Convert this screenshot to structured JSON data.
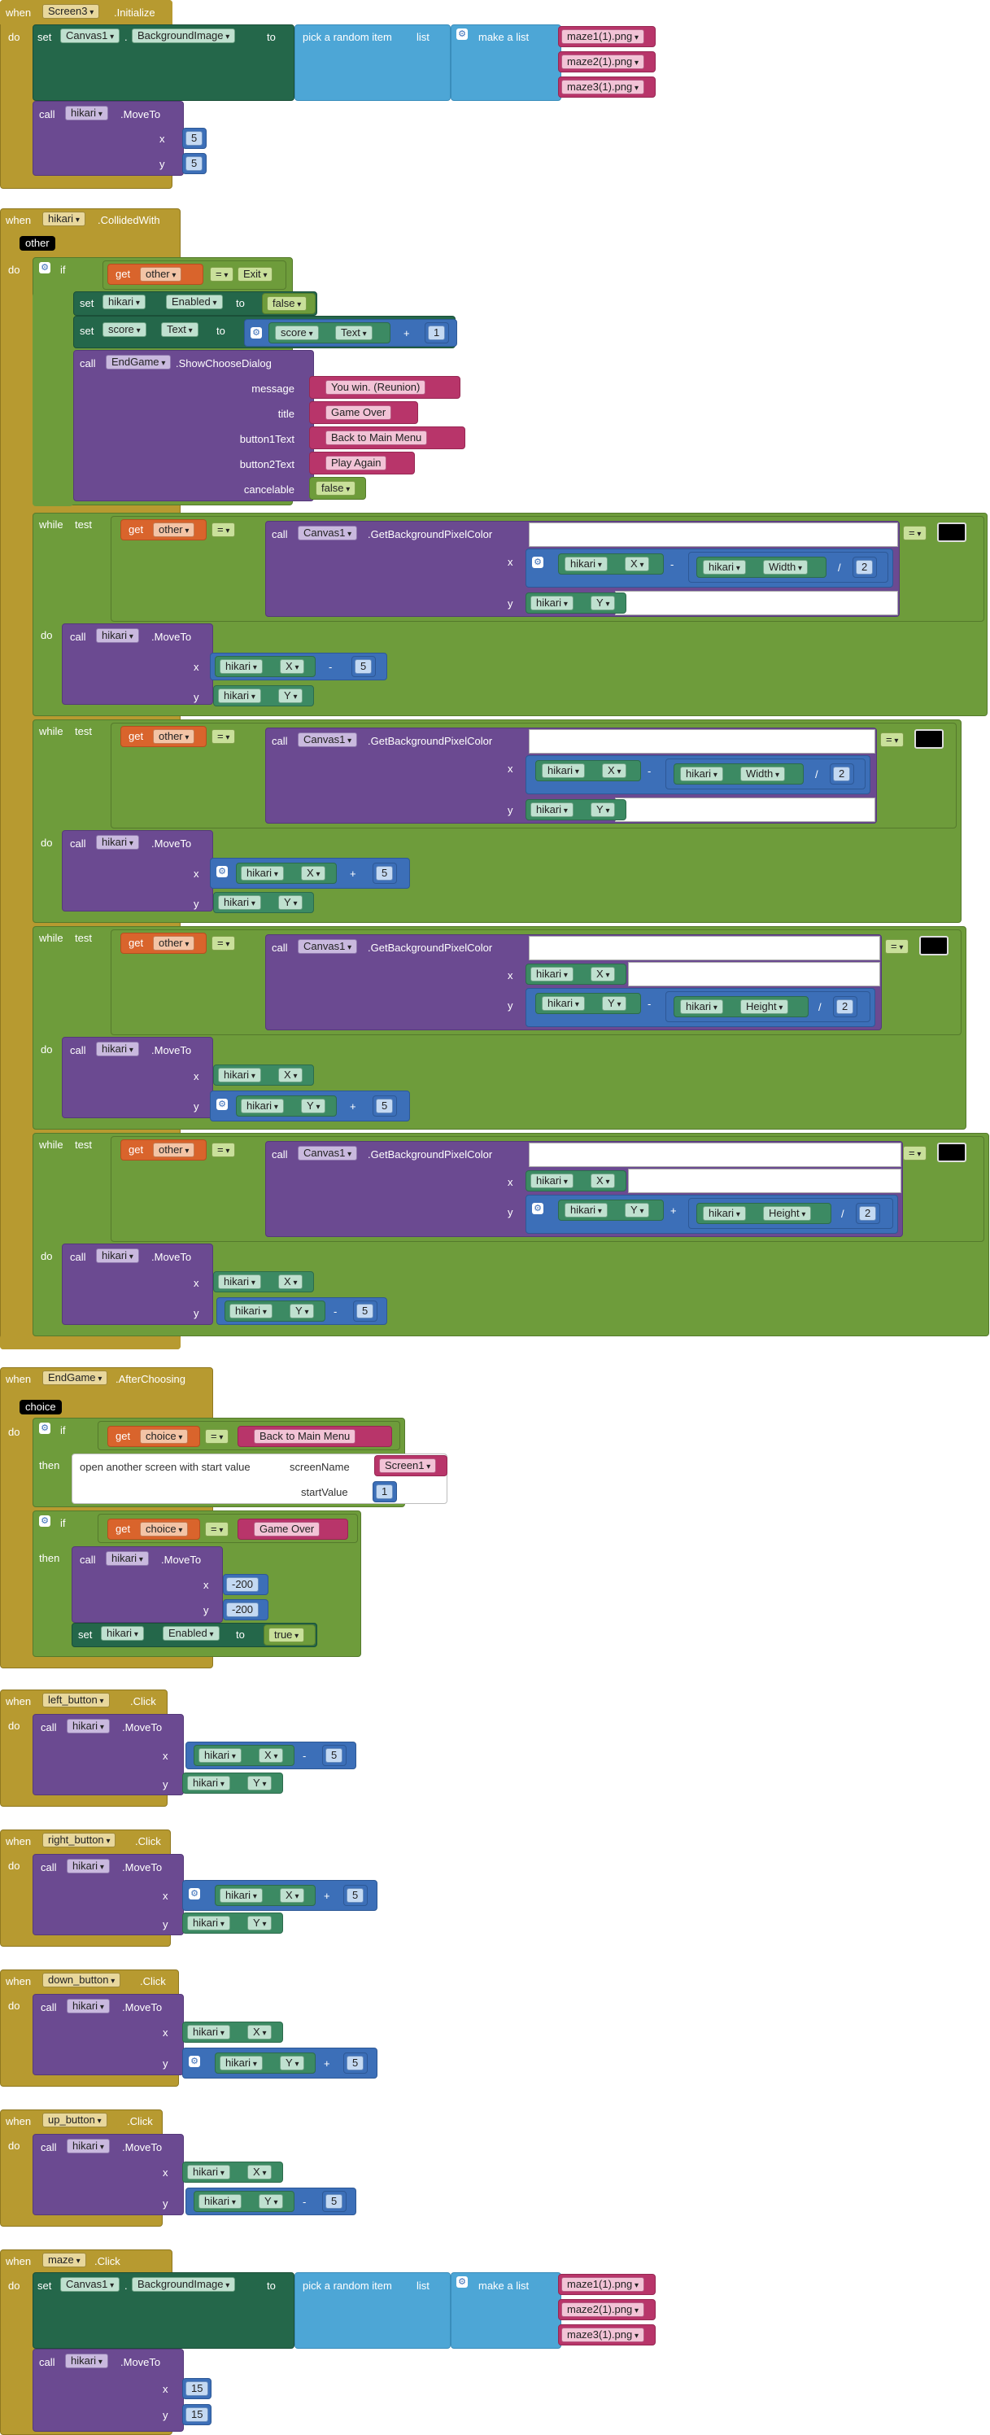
{
  "kw": {
    "when": "when",
    "do": "do",
    "set": "set",
    "to": "to",
    "call": "call",
    "x": "x",
    "y": "y",
    "if": "if",
    "then": "then",
    "get": "get",
    "while": "while",
    "test": "test",
    "eq": "=",
    "plus": "+",
    "minus": "-",
    "div": "/",
    "move_to": ".MoveTo",
    "collided": ".CollidedWith",
    "initialize": ".Initialize",
    "click": ".Click",
    "after_choosing": ".AfterChoosing",
    "show_choose": ".ShowChooseDialog",
    "get_bg_pixel": ".GetBackgroundPixelColor",
    "pick_random": "pick a random item",
    "list": "list",
    "make_list": "make a list",
    "open_screen": "open another screen with start value",
    "screen_name": "screenName",
    "start_value": "startValue",
    "message": "message",
    "title": "title",
    "button1text": "button1Text",
    "button2text": "button2Text",
    "cancelable": "cancelable"
  },
  "comp": {
    "screen3": "Screen3",
    "canvas1": "Canvas1",
    "hikari": "hikari",
    "endgame": "EndGame",
    "score": "score",
    "left_button": "left_button",
    "right_button": "right_button",
    "down_button": "down_button",
    "up_button": "up_button",
    "maze": "maze"
  },
  "prop": {
    "background_image": "BackgroundImage",
    "enabled": "Enabled",
    "text": "Text",
    "x": "X",
    "y": "Y",
    "width": "Width",
    "height": "Height"
  },
  "vars": {
    "other": "other",
    "choice": "choice"
  },
  "vals": {
    "maze1": "maze1(1).png",
    "maze2": "maze2(1).png",
    "maze3": "maze3(1).png",
    "n5": "5",
    "n1": "1",
    "n2": "2",
    "n15": "15",
    "neg200": "-200",
    "exit": "Exit",
    "false": "false",
    "true": "true",
    "msg": "You win. (Reunion)",
    "title": "Game Over",
    "b1": "Back to Main Menu",
    "b2": "Play Again",
    "back_main": "Back to Main Menu",
    "game_over": "Game Over",
    "screen1": "Screen1"
  },
  "colors": {
    "event": "#b79a30",
    "procedure": "#6b4a91",
    "component_set": "#24674a",
    "list": "#4da6d6",
    "math": "#3c6fb8",
    "logic": "#6e9c3b",
    "variable": "#d9642c",
    "text": "#b8356a",
    "getter": "#3c8a63",
    "black_swatch": "#000000"
  }
}
